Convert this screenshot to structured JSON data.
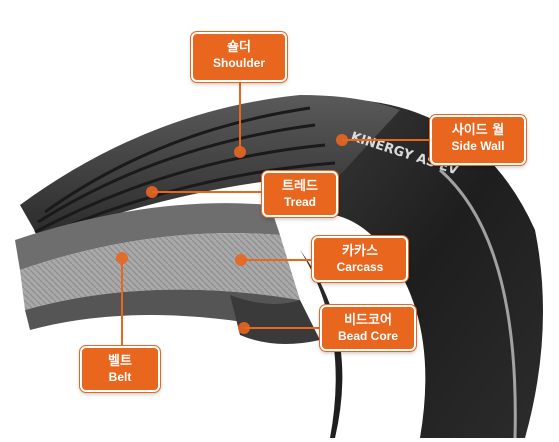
{
  "labels": {
    "shoulder": {
      "ko": "숄더",
      "en": "Shoulder"
    },
    "side_wall": {
      "ko": "사이드 월",
      "en": "Side Wall"
    },
    "tread": {
      "ko": "트레드",
      "en": "Tread"
    },
    "carcass": {
      "ko": "카카스",
      "en": "Carcass"
    },
    "bead_core": {
      "ko": "비드코어",
      "en": "Bead Core"
    },
    "belt": {
      "ko": "벨트",
      "en": "Belt"
    }
  },
  "tire_marking": "KINERGY AS EV",
  "colors": {
    "accent": "#e8661e",
    "rubber_dark": "#2a2a2a",
    "rubber_mid": "#4a4a4a",
    "ply_grey": "#9a9a9a"
  }
}
